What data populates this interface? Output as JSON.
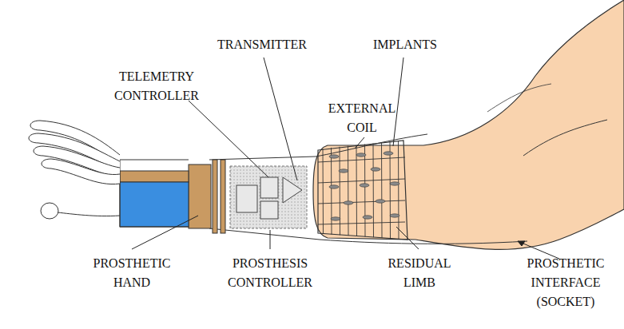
{
  "diagram": {
    "labels": [
      "TRANSMITTER",
      "IMPLANTS",
      "TELEMETRY CONTROLLER",
      "EXTERNAL COIL",
      "PROSTHETIC HAND",
      "PROSTHESIS CONTROLLER",
      "RESIDUAL LIMB",
      "PROSTHETIC INTERFACE (SOCKET)"
    ]
  }
}
